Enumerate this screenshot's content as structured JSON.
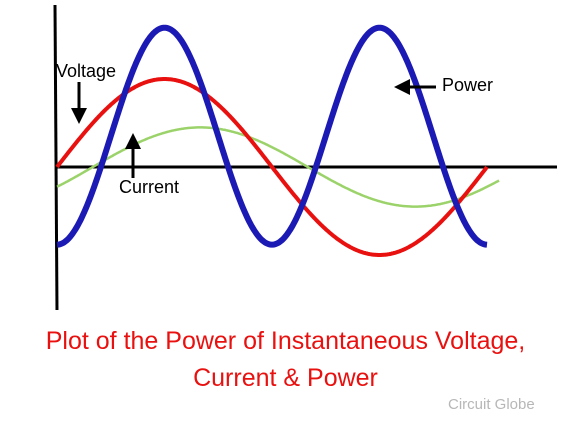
{
  "labels": {
    "voltage": "Voltage",
    "current": "Current",
    "power": "Power"
  },
  "title": {
    "line1": "Plot of the Power of Instantaneous Voltage,",
    "line2": "Current & Power"
  },
  "watermark": "Circuit Globe",
  "colors": {
    "voltage": "#e8110f",
    "current": "#9bd36a",
    "power": "#1c1ab4",
    "axis": "#000000",
    "title": "#e8110f",
    "watermark": "#b7b7b7"
  },
  "waveforms": {
    "voltage": {
      "amplitude": 1.0,
      "cycles": 1.0,
      "phase_deg": 0
    },
    "current": {
      "amplitude": 0.45,
      "cycles": 1.0,
      "phase_deg": -30
    },
    "power": {
      "amplitude": 1.45,
      "cycles": 2.0,
      "phase_deg": 0,
      "dc_offset": 0.35
    }
  }
}
